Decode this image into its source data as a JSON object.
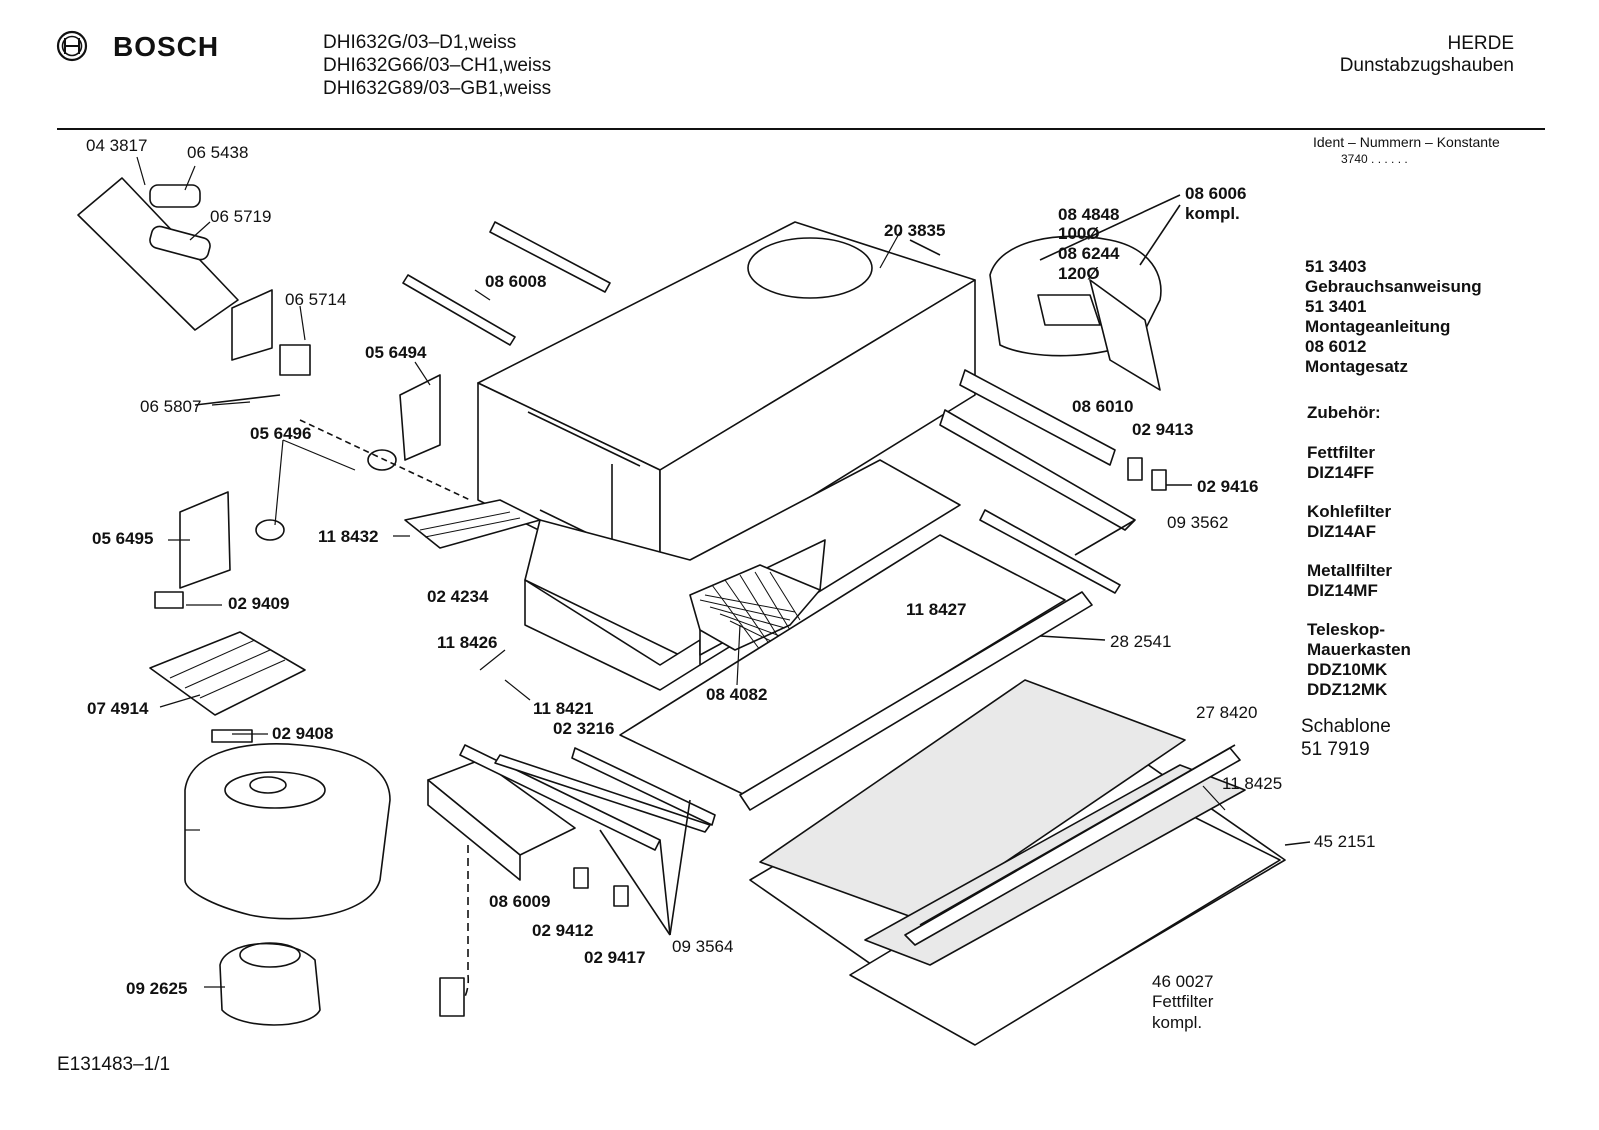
{
  "header": {
    "brand": "BOSCH",
    "models": [
      "DHI632G/03–D1,weiss",
      "DHI632G66/03–CH1,weiss",
      "DHI632G89/03–GB1,weiss"
    ],
    "category": "HERDE",
    "subcategory": "Dunstabzugshauben",
    "ident_label": "Ident – Nummern – Konstante",
    "ident_value": "3740  .  .  .  .  .  ."
  },
  "labels": [
    {
      "id": "p043817",
      "text": "04 3817",
      "bold": false
    },
    {
      "id": "p065438",
      "text": "06 5438",
      "bold": false
    },
    {
      "id": "p065719",
      "text": "06 5719",
      "bold": false
    },
    {
      "id": "p065714",
      "text": "06 5714",
      "bold": false
    },
    {
      "id": "p065807",
      "text": "06 5807",
      "bold": false
    },
    {
      "id": "p086008",
      "text": "08 6008",
      "bold": true
    },
    {
      "id": "p203835",
      "text": "20 3835",
      "bold": true
    },
    {
      "id": "p084848",
      "text": "08 4848",
      "bold": true
    },
    {
      "id": "p100",
      "text": "100Ø",
      "bold": true
    },
    {
      "id": "p086244",
      "text": "08 6244",
      "bold": true
    },
    {
      "id": "p120",
      "text": "120Ø",
      "bold": true
    },
    {
      "id": "p086006",
      "text": "08 6006",
      "bold": true
    },
    {
      "id": "pkompl",
      "text": "kompl.",
      "bold": true
    },
    {
      "id": "p056494",
      "text": "05 6494",
      "bold": true
    },
    {
      "id": "p056496",
      "text": "05 6496",
      "bold": true
    },
    {
      "id": "p086010",
      "text": "08 6010",
      "bold": true
    },
    {
      "id": "p029413",
      "text": "02 9413",
      "bold": true
    },
    {
      "id": "p029416",
      "text": "02 9416",
      "bold": true
    },
    {
      "id": "p093562",
      "text": "09 3562",
      "bold": false
    },
    {
      "id": "p056495",
      "text": "05 6495",
      "bold": true
    },
    {
      "id": "p118432",
      "text": "11 8432",
      "bold": true
    },
    {
      "id": "p029409",
      "text": "02 9409",
      "bold": true
    },
    {
      "id": "p024234",
      "text": "02 4234",
      "bold": true
    },
    {
      "id": "p118427",
      "text": "11 8427",
      "bold": true
    },
    {
      "id": "p282541",
      "text": "28 2541",
      "bold": false
    },
    {
      "id": "p118426",
      "text": "11 8426",
      "bold": true
    },
    {
      "id": "p074914",
      "text": "07 4914",
      "bold": true
    },
    {
      "id": "p118421",
      "text": "11 8421",
      "bold": true
    },
    {
      "id": "p084082",
      "text": "08 4082",
      "bold": true
    },
    {
      "id": "p023216",
      "text": "02 3216",
      "bold": true
    },
    {
      "id": "p029408",
      "text": "02 9408",
      "bold": true
    },
    {
      "id": "p278420",
      "text": "27 8420",
      "bold": false
    },
    {
      "id": "p118425",
      "text": "11 8425",
      "bold": false
    },
    {
      "id": "p452151",
      "text": "45 2151",
      "bold": false
    },
    {
      "id": "p086009",
      "text": "08 6009",
      "bold": true
    },
    {
      "id": "p029412",
      "text": "02 9412",
      "bold": true
    },
    {
      "id": "p029417",
      "text": "02 9417",
      "bold": true
    },
    {
      "id": "p093564",
      "text": "09 3564",
      "bold": false
    },
    {
      "id": "p092625",
      "text": "09 2625",
      "bold": true
    },
    {
      "id": "p460027",
      "text": "46 0027",
      "bold": false
    },
    {
      "id": "pfett",
      "text": "Fettfilter",
      "bold": false
    },
    {
      "id": "pkompl2",
      "text": "kompl.",
      "bold": false
    }
  ],
  "sidebar": {
    "items": [
      "51 3403",
      "Gebrauchsanweisung",
      "51 3401",
      "Montageanleitung",
      "08 6012",
      "Montagesatz",
      "Zubehör:",
      "Fettfilter",
      "DIZ14FF",
      "Kohlefilter",
      "DIZ14AF",
      "Metallfilter",
      "DIZ14MF",
      "Teleskop-",
      "Mauerkasten",
      "DDZ10MK",
      "DDZ12MK"
    ],
    "template_label": "Schablone",
    "template_number": "51 7919"
  },
  "footer": {
    "drawing_id": "E131483–1/1"
  }
}
